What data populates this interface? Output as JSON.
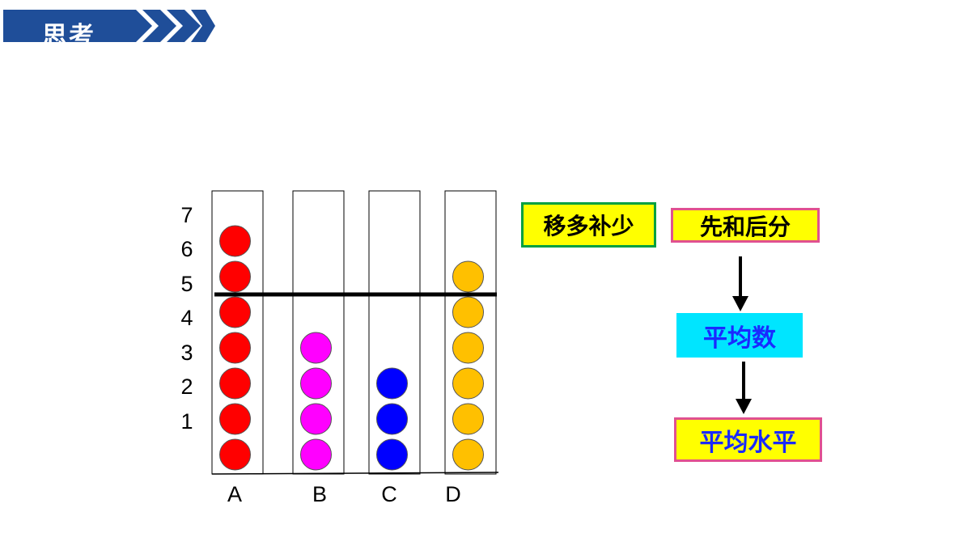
{
  "header": {
    "title": "思考"
  },
  "chart_data": {
    "type": "bar",
    "representation": "stacked circles (counters) per column",
    "categories": [
      "A",
      "B",
      "C",
      "D"
    ],
    "values": [
      7,
      4,
      3,
      6
    ],
    "average_line": 5,
    "yticks": [
      "1",
      "2",
      "3",
      "4",
      "5",
      "6",
      "7"
    ],
    "ylim": [
      0,
      7
    ],
    "colors": {
      "A": "#ff0000",
      "B": "#ff00ff",
      "C": "#0000ff",
      "D": "#ffc000"
    }
  },
  "flow": {
    "method1": "移多补少",
    "method2": "先和后分",
    "result1": "平均数",
    "result2": "平均水平"
  },
  "colors": {
    "header_blue": "#1f4e99",
    "box_yellow": "#ffff00",
    "box_cyan": "#00e5ff",
    "green_border": "#00a040",
    "pink_border": "#e05090",
    "blue_text": "#1a2aff"
  }
}
